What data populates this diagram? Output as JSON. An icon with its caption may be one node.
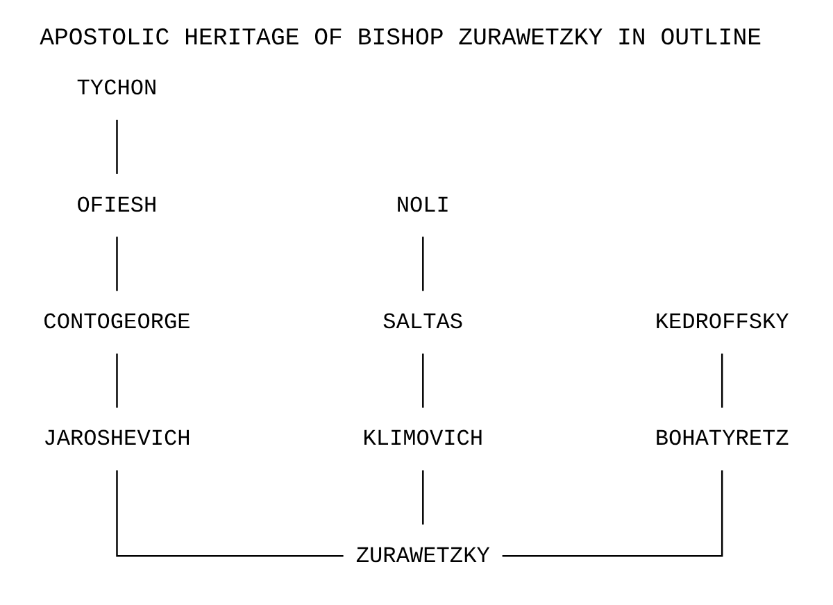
{
  "diagram": {
    "title": "APOSTOLIC HERITAGE OF BISHOP ZURAWETZKY IN OUTLINE",
    "nodes": [
      {
        "text": [
          "TYCHON"
        ]
      },
      {
        "text": [
          "NOLI"
        ]
      },
      {
        "text": [
          "OFIESH"
        ]
      },
      {
        "text": [
          "SALTAS"
        ]
      },
      {
        "text": [
          "CONTOGEORGE"
        ]
      },
      {
        "text": [
          "KEDROFFSKY"
        ]
      },
      {
        "text": [
          "KLIMOVICH"
        ]
      },
      {
        "text": [
          "JAROSHEVICH"
        ]
      },
      {
        "text": [
          "BOHATYRETZ"
        ]
      },
      {
        "text": [
          "ZURAWETZKY"
        ]
      }
    ],
    "edges": [
      {
        "from": 0,
        "to": 2,
        "arrow": "none"
      },
      {
        "from": 2,
        "to": 4,
        "arrow": "none"
      },
      {
        "from": 4,
        "to": 7,
        "arrow": "none"
      },
      {
        "from": 1,
        "to": 3,
        "arrow": "none"
      },
      {
        "from": 3,
        "to": 6,
        "arrow": "none"
      },
      {
        "from": 5,
        "to": 8,
        "arrow": "none"
      },
      {
        "from": 6,
        "to": 9,
        "arrow": "none"
      },
      {
        "from": 7,
        "to": 9,
        "arrow": "none"
      },
      {
        "from": 8,
        "to": 9,
        "arrow": "none"
      }
    ]
  }
}
